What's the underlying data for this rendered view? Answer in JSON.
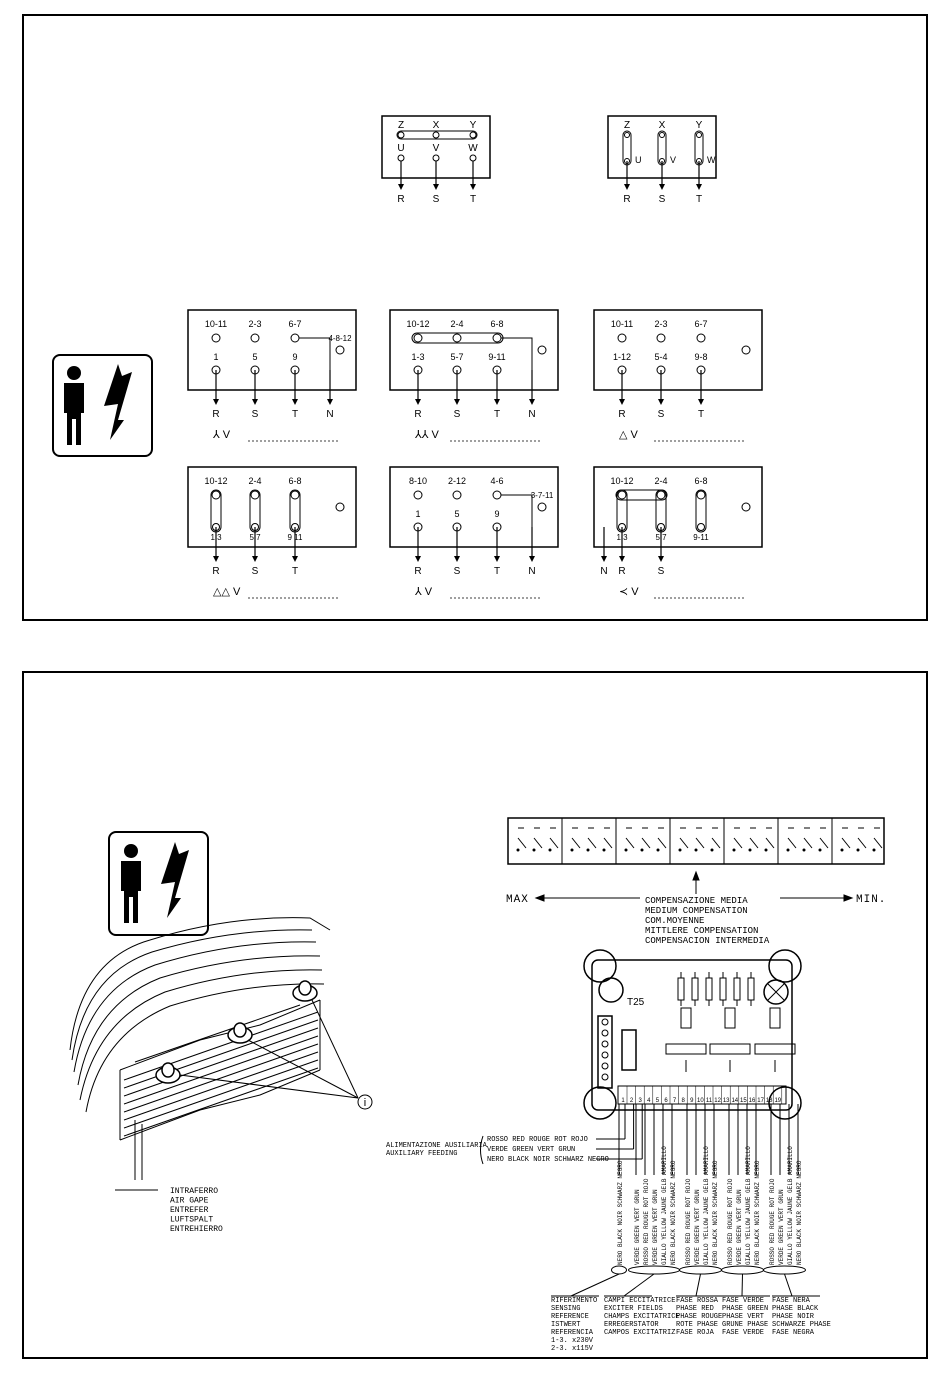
{
  "top_panel": {
    "terminal_box_star": {
      "top": [
        "Z",
        "X",
        "Y"
      ],
      "mid": [
        "U",
        "V",
        "W"
      ],
      "out": [
        "R",
        "S",
        "T"
      ]
    },
    "terminal_box_delta": {
      "top": [
        "Z",
        "X",
        "Y"
      ],
      "mid": [
        "U",
        "V",
        "W"
      ],
      "out": [
        "R",
        "S",
        "T"
      ]
    },
    "wiring_diagrams": [
      {
        "top": [
          "10-11",
          "2-3",
          "6-7"
        ],
        "mid": [
          "1",
          "5",
          "9"
        ],
        "extra": "4-8-12",
        "out": [
          "R",
          "S",
          "T",
          "N"
        ],
        "caption": "⅄ V"
      },
      {
        "top": [
          "10-12",
          "2-4",
          "6-8"
        ],
        "mid": [
          "1-3",
          "5-7",
          "9-11"
        ],
        "extra": "",
        "out": [
          "R",
          "S",
          "T",
          "N"
        ],
        "caption": "⅄⅄ V"
      },
      {
        "top": [
          "10-11",
          "2-3",
          "6-7"
        ],
        "mid": [
          "1-12",
          "5-4",
          "9-8"
        ],
        "extra": "",
        "out": [
          "R",
          "S",
          "T"
        ],
        "caption": "△ V"
      },
      {
        "top": [
          "10-12",
          "2-4",
          "6-8"
        ],
        "mid": [
          "1 3",
          "5 7",
          "9 11"
        ],
        "extra": "",
        "out": [
          "R",
          "S",
          "T"
        ],
        "caption": "△△ V"
      },
      {
        "top": [
          "8-10",
          "2-12",
          "4-6"
        ],
        "mid": [
          "1",
          "5",
          "9"
        ],
        "extra": "3-7-11",
        "out": [
          "R",
          "S",
          "T",
          "N"
        ],
        "caption": "⅄ V"
      },
      {
        "top": [
          "10-12",
          "2-4",
          "6-8"
        ],
        "mid": [
          "1 3",
          "5 7",
          "9-11"
        ],
        "extra": "",
        "out": [
          "N",
          "R",
          "S"
        ],
        "caption": "≺ V"
      }
    ]
  },
  "bottom_panel": {
    "transformer_callout": "i",
    "air_gap_labels": [
      "INTRAFERRO",
      "AIR GAPE",
      "ENTREFER",
      "LUFTSPALT",
      "ENTREHIERRO"
    ],
    "compensation": {
      "max_label": "MAX",
      "min_label": "MIN.",
      "medium_labels": [
        "COMPENSAZIONE MEDIA",
        "MEDIUM COMPENSATION",
        "COM.MOYENNE",
        "MITTLERE COMPENSATION",
        "COMPENSACION INTERMEDIA"
      ]
    },
    "board_label": "T25",
    "auxiliary_feeding": {
      "title": [
        "ALIMENTAZIONE AUSILIARIA",
        "AUXILIARY FEEDING"
      ],
      "wires": [
        "ROSSO RED ROUGE ROT ROJO",
        "VERDE GREEN VERT GRUN",
        "NERO BLACK NOIR SCHWARZ NEGRO"
      ]
    },
    "terminal_numbers": [
      "1",
      "2",
      "3",
      "4",
      "5",
      "6",
      "7",
      "8",
      "9",
      "10",
      "11",
      "12",
      "13",
      "14",
      "15",
      "16",
      "17",
      "18",
      "19"
    ],
    "wire_groups": [
      {
        "wires": [
          "NERO BLACK NOIR SCHWARZ NEGRO"
        ],
        "legend": [
          "RIFERIMENTO",
          "SENSING",
          "REFERENCE",
          "ISTWERT",
          "REFERENCIA",
          "1-3. x230V",
          "2-3. x115V"
        ]
      },
      {
        "wires": [
          "VERDE GREEN VERT GRUN",
          "ROSSO RED ROUGE ROT ROJO",
          "VERDE GREEN VERT GRUN",
          "GIALLO YELLOW JAUNE GELB AMARILLO",
          "NERO BLACK NOIR SCHWARZ NEGRO"
        ],
        "legend": [
          "CAMPI ECCITATRICE",
          "EXCITER FIELDS",
          "CHAMPS EXCITATRICE",
          "ERREGERSTATOR",
          "CAMPOS EXCITATRIZ"
        ]
      },
      {
        "wires": [
          "ROSSO RED ROUGE ROT ROJO",
          "VERDE GREEN VERT GRUN",
          "GIALLO YELLOW JAUNE GELB AMARILLO",
          "NERO BLACK NOIR SCHWARZ NEGRO"
        ],
        "legend": [
          "FASE ROSSA",
          "PHASE RED",
          "PHASE ROUGE",
          "ROTE PHASE",
          "FASE ROJA"
        ]
      },
      {
        "wires": [
          "ROSSO RED ROUGE ROT ROJO",
          "VERDE GREEN VERT GRUN",
          "GIALLO YELLOW JAUNE GELB AMARILLO",
          "NERO BLACK NOIR SCHWARZ NEGRO"
        ],
        "legend": [
          "FASE VERDE",
          "PHASE GREEN",
          "PHASE VERT",
          "GRUNE PHASE",
          "FASE VERDE"
        ]
      },
      {
        "wires": [
          "ROSSO RED ROUGE ROT ROJO",
          "VERDE GREEN VERT GRUN",
          "GIALLO YELLOW JAUNE GELB AMARILLO",
          "NERO BLACK NOIR SCHWARZ NEGRO"
        ],
        "legend": [
          "FASE NERA",
          "PHASE BLACK",
          "PHASE NOIR",
          "SCHWARZE PHASE",
          "FASE NEGRA"
        ]
      }
    ]
  }
}
